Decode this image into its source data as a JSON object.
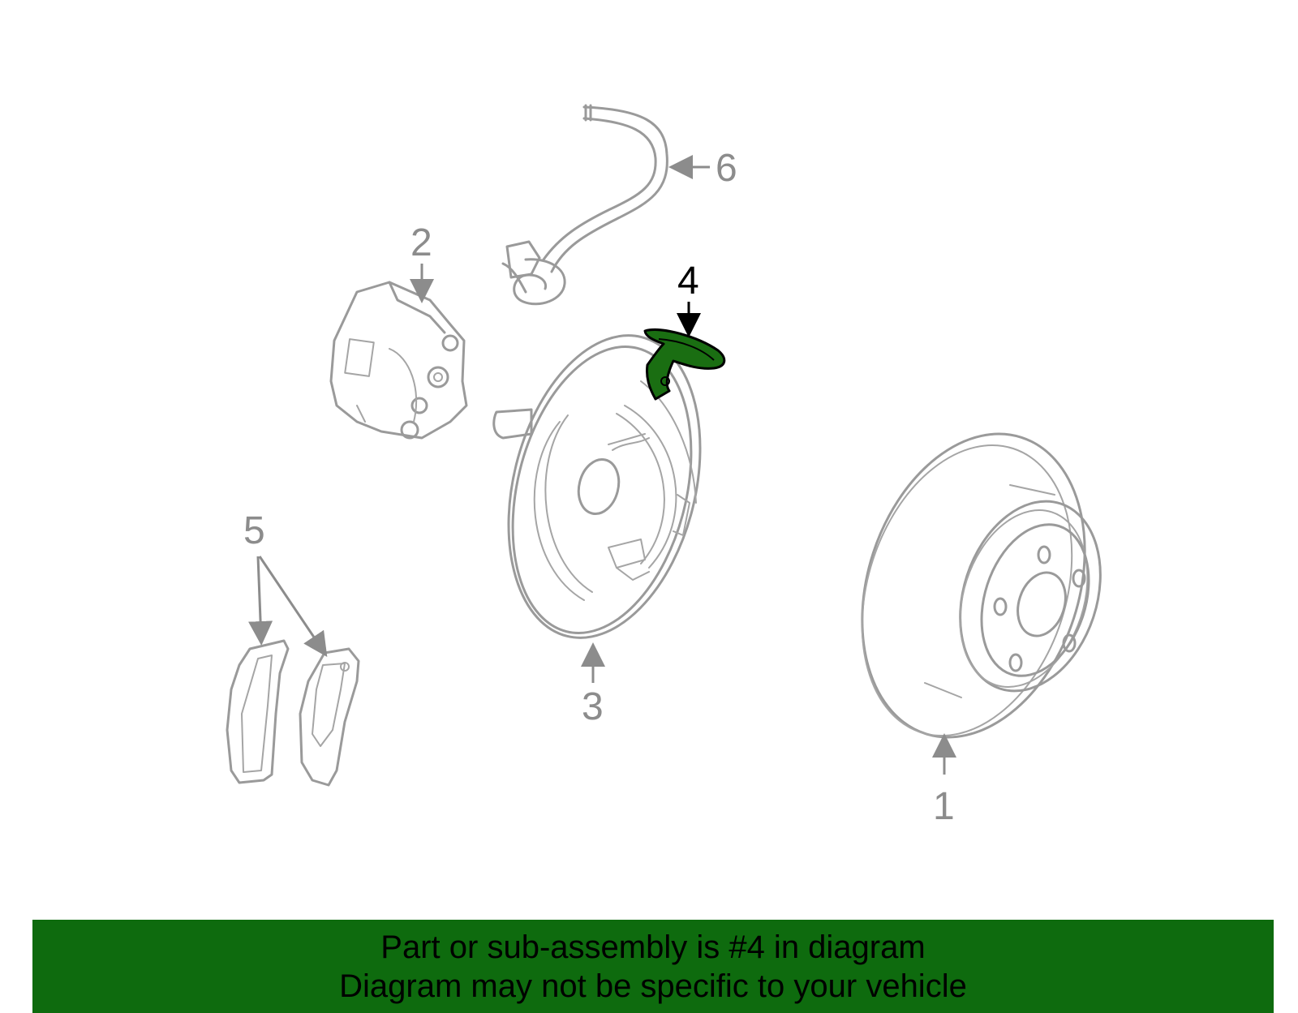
{
  "diagram": {
    "callouts": {
      "rotor": "1",
      "caliper": "2",
      "backing_plate": "3",
      "bracket": "4",
      "brake_pads": "5",
      "hose": "6"
    },
    "highlighted_part": "4",
    "colors": {
      "highlight": "#1a6e12",
      "line_art": "#9a9a9a",
      "banner": "#0e6b0e"
    }
  },
  "banner": {
    "line1": "Part or sub-assembly is #4 in diagram",
    "line2": "Diagram may not be specific to your vehicle"
  }
}
